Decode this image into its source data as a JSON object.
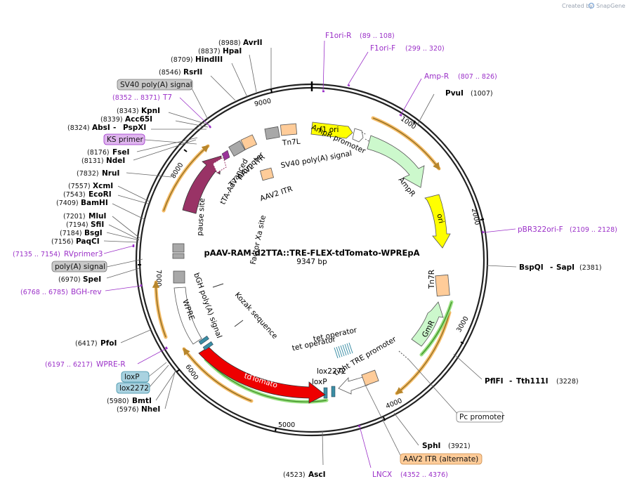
{
  "brand": {
    "created_by": "Created by",
    "name": "SnapGene"
  },
  "map": {
    "title": "pAAV-RAM-d2TTA::TRE-FLEX-tdTomato-WPREpA",
    "size_label": "9347 bp"
  },
  "ticks": [
    "1000",
    "2000",
    "3000",
    "4000",
    "5000",
    "6000",
    "7000",
    "8000",
    "9000"
  ],
  "sites": [
    {
      "pos": "(8988)",
      "name": "AvrII"
    },
    {
      "pos": "(8837)",
      "name": "HpaI"
    },
    {
      "pos": "(8709)",
      "name": "HindIII"
    },
    {
      "pos": "(8546)",
      "name": "RsrII"
    },
    {
      "pos": "(8343)",
      "name": "KpnI"
    },
    {
      "pos": "(8339)",
      "name": "Acc65I"
    },
    {
      "pos": "(8324)",
      "name": "AbsI",
      "name2": "PspXI"
    },
    {
      "pos": "(8176)",
      "name": "FseI"
    },
    {
      "pos": "(8131)",
      "name": "NdeI"
    },
    {
      "pos": "(7832)",
      "name": "NruI"
    },
    {
      "pos": "(7557)",
      "name": "XcmI"
    },
    {
      "pos": "(7543)",
      "name": "EcoRI"
    },
    {
      "pos": "(7409)",
      "name": "BamHI"
    },
    {
      "pos": "(7201)",
      "name": "MluI"
    },
    {
      "pos": "(7194)",
      "name": "SfiI"
    },
    {
      "pos": "(7184)",
      "name": "BsgI"
    },
    {
      "pos": "(7156)",
      "name": "PaqCI"
    },
    {
      "pos": "(6970)",
      "name": "SpeI"
    },
    {
      "pos": "(6417)",
      "name": "PfoI"
    },
    {
      "pos": "(5980)",
      "name": "BmtI"
    },
    {
      "pos": "(5976)",
      "name": "NheI"
    },
    {
      "pos": "(4523)",
      "name": "AscI"
    },
    {
      "pos": "(3921)",
      "name": "SphI"
    },
    {
      "pos": "(3228)",
      "name": "PflFI",
      "name2": "Tth111I"
    },
    {
      "pos": "(2381)",
      "name": "BspQI",
      "name2": "SapI"
    },
    {
      "pos": "(1007)",
      "name": "PvuI"
    }
  ],
  "primers": [
    {
      "name": "F1ori-R",
      "range": "(89 .. 108)"
    },
    {
      "name": "F1ori-F",
      "range": "(299 .. 320)"
    },
    {
      "name": "Amp-R",
      "range": "(807 .. 826)"
    },
    {
      "name": "pBR322ori-F",
      "range": "(2109 .. 2128)"
    },
    {
      "name": "LNCX",
      "range": "(4352 .. 4376)"
    },
    {
      "name": "WPRE-R",
      "range": "(6197 .. 6217)"
    },
    {
      "name": "BGH-rev",
      "range": "(6768 .. 6785)"
    },
    {
      "name": "RVprimer3",
      "range": "(7135 .. 7154)"
    },
    {
      "name": "T7",
      "range": "(8352 .. 8371)"
    }
  ],
  "tags": {
    "sv40_polya": "SV40 poly(A) signal",
    "ks_primer": "KS primer",
    "polya": "poly(A) signal",
    "loxp": "loxP",
    "lox2272": "lox2272",
    "pc_promoter": "Pc promoter",
    "aav2_itr_alt": "AAV2 ITR (alternate)"
  },
  "features": {
    "f1_ori": "f1 ori",
    "ampr_promoter": "AmpR promoter",
    "ampr": "AmpR",
    "ori": "ori",
    "tn7r": "Tn7R",
    "gmr": "GmR",
    "tre_promoter": "tight TRE promoter",
    "tet_operator_1": "tet operator",
    "tet_operator_2": "tet operator",
    "loxp_inner": "loxP",
    "lox2272_inner": "lox2272",
    "tdtomato": "tdTomato",
    "kozak": "Kozak sequence",
    "factor_xa": "Factor Xa site",
    "bgh_polya": "bGH poly(A) signal",
    "wpre": "WPRE",
    "pause_site": "pause site",
    "tetr": "TetR",
    "tta_advanced": "tTA-Advanced",
    "t7_promoter": "T7 promoter",
    "aav2_itr_1": "AAV2 ITR",
    "aav2_itr_2": "AAV2 ITR",
    "tn7l": "Tn7L",
    "sv40_inner": "SV40 poly(A) signal"
  },
  "colors": {
    "backbone": "#222222",
    "primer": "#9b30c8",
    "ori": "#ffff00",
    "ampr": "#ccf8cc",
    "orf_band": "#f3b04c",
    "tdtomato": "#ee0000",
    "tetr": "#993366",
    "itr": "#ffcc99",
    "grey_feature": "#a8a8a8"
  }
}
